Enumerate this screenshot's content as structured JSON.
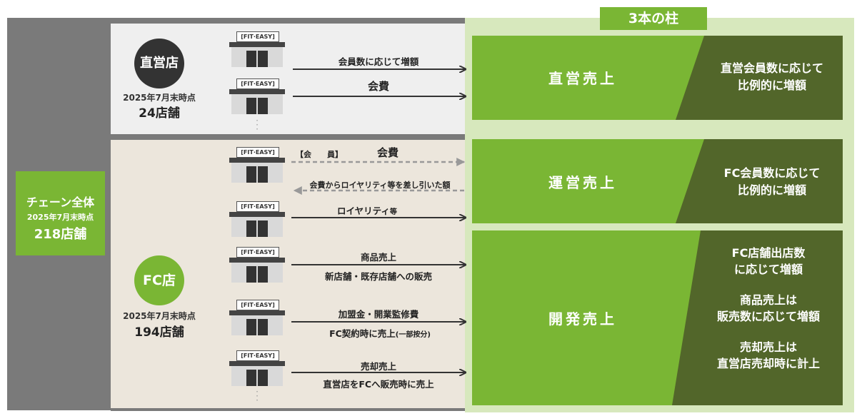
{
  "pillar_title": "3本の柱",
  "chain": {
    "title": "チェーン全体",
    "date": "2025年7月末時点",
    "count": "218店舗"
  },
  "direct": {
    "circle": "直営店",
    "date": "2025年7月末時点",
    "count": "24店舗"
  },
  "fc": {
    "circle": "FC店",
    "date": "2025年7月末時点",
    "count": "194店舗"
  },
  "store_sign": "[FIT·EASY]",
  "flows": {
    "direct_member": "会員数に応じて増額",
    "direct_fee": "会費",
    "fc_member_tag": "【会　　員】",
    "fc_fee": "会費",
    "fc_return": "会費からロイヤリティ等を差し引いた額",
    "royalty": "ロイヤリティ",
    "royalty_suffix": "等",
    "goods_title": "商品売上",
    "goods_sub": "新店舗・既存店舗への販売",
    "join_title": "加盟金・開業監修費",
    "join_sub": "FC契約時に売上",
    "join_sub_small": "(一部按分)",
    "sale_title": "売却売上",
    "sale_sub": "直営店をFCへ販売時に売上"
  },
  "pillars": {
    "direct_label": "直営売上",
    "direct_desc_1": "直営会員数に応じて",
    "direct_desc_2": "比例的に増額",
    "ops_label": "運営売上",
    "ops_desc_1": "FC会員数に応じて",
    "ops_desc_2": "比例的に増額",
    "dev_label": "開発売上",
    "dev_desc_1": "FC店舗出店数",
    "dev_desc_2": "に応じて増額",
    "dev_desc_3": "商品売上は",
    "dev_desc_4": "販売数に応じて増額",
    "dev_desc_5": "売却売上は",
    "dev_desc_6": "直営店売却時に計上"
  },
  "colors": {
    "green": "#7ab634",
    "dark_green": "#52662a",
    "light_green": "#d7e8bd",
    "gray_band": "#7a7a7a"
  }
}
